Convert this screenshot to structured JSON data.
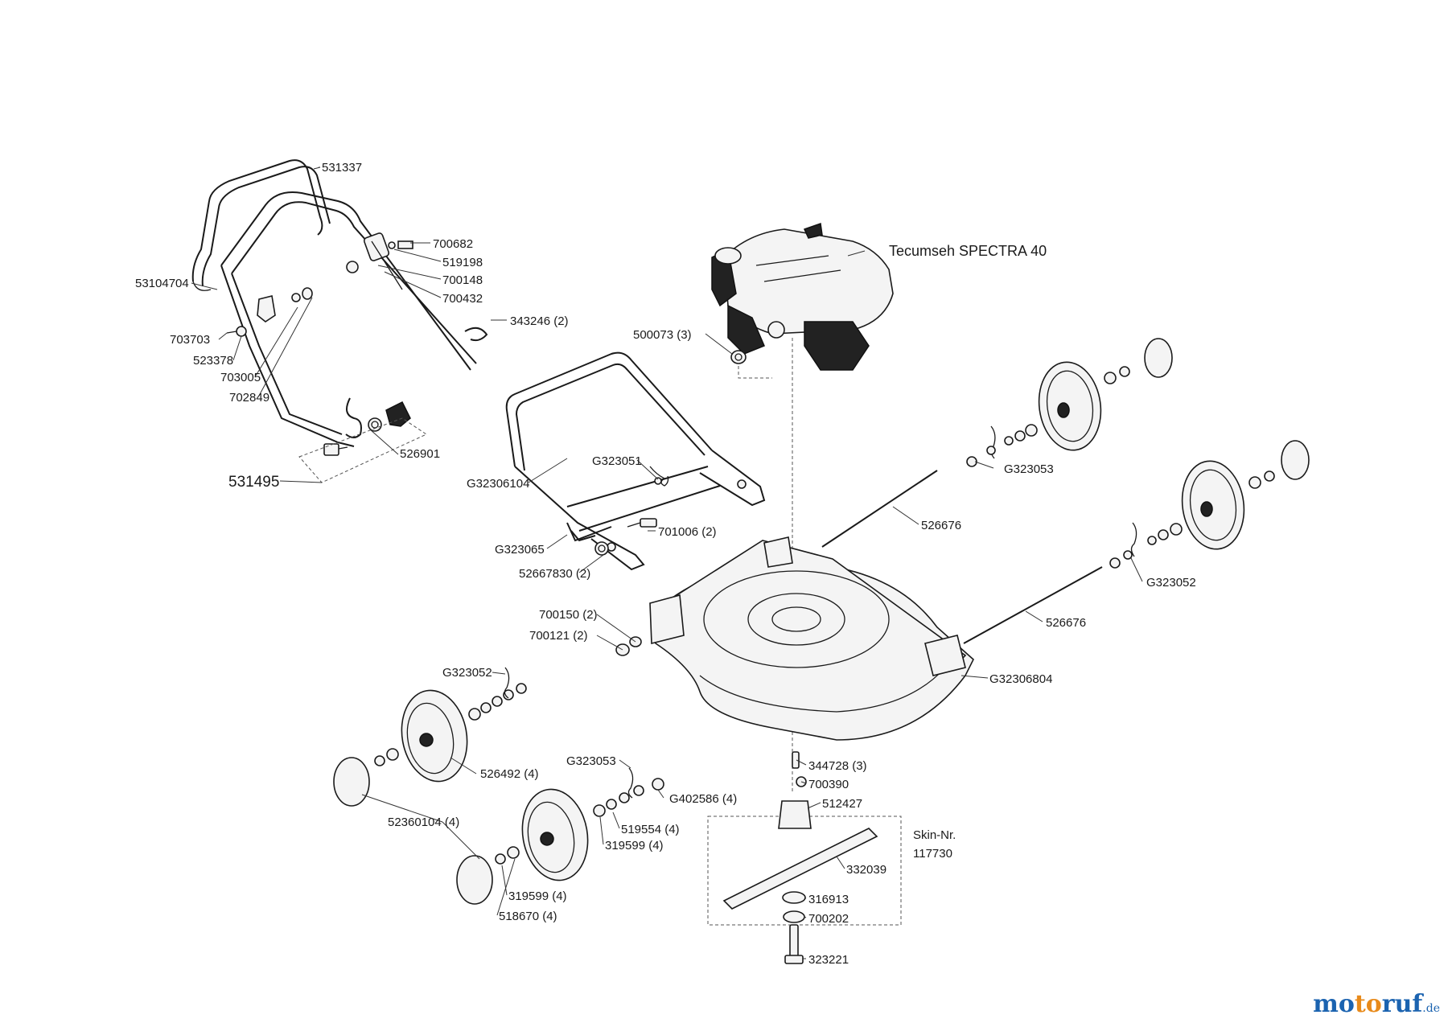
{
  "engine_label": "Tecumseh SPECTRA 40",
  "labels": {
    "p531337": "531337",
    "p700682": "700682",
    "p519198": "519198",
    "p700148": "700148",
    "p700432": "700432",
    "p53104704": "53104704",
    "p343246": "343246 (2)",
    "p703703": "703703",
    "p523378": "523378",
    "p703005": "703005",
    "p702849": "702849",
    "p526901": "526901",
    "p531495": "531495",
    "p500073": "500073 (3)",
    "pG323051": "G323051",
    "pG32306104": "G32306104",
    "pG323065": "G323065",
    "p701006": "701006 (2)",
    "p52667830": "52667830 (2)",
    "pG323053a": "G323053",
    "p526676a": "526676",
    "pG323052a": "G323052",
    "p526676b": "526676",
    "pG32306804": "G32306804",
    "p700150": "700150 (2)",
    "p700121": "700121 (2)",
    "pG323052b": "G323052",
    "p526492": "526492 (4)",
    "pG323053b": "G323053",
    "pG402586": "G402586 (4)",
    "p52360104": "52360104 (4)",
    "p519554": "519554 (4)",
    "p319599a": "319599 (4)",
    "p319599b": "319599 (4)",
    "p518670": "518670 (4)",
    "p344728": "344728 (3)",
    "p700390": "700390",
    "p512427": "512427",
    "skin_label": "Skin-Nr.",
    "skin_number": "117730",
    "p332039": "332039",
    "p316913": "316913",
    "p700202": "700202",
    "p323221": "323221"
  },
  "watermark": {
    "mo": "mo",
    "to": "to",
    "ruf": "ruf",
    "de": ".de"
  },
  "colors": {
    "line": "#1a1a1a",
    "watermark_blue": "#1b63b0",
    "watermark_orange": "#e88a1a"
  }
}
